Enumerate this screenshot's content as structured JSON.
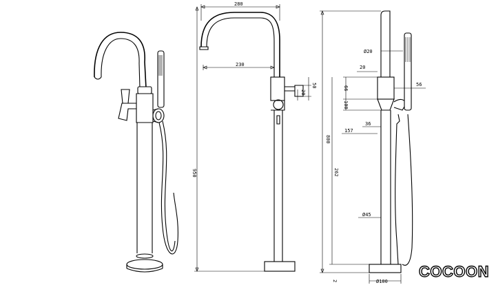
{
  "brand": "COCOON",
  "dimensions": {
    "side_width_top": "280",
    "side_reach": "230",
    "side_height": "950",
    "side_spout_offset": "20",
    "side_handle_offset": "50",
    "front_shower_dia": "Ø20",
    "front_hose_offset": "56",
    "front_body_width": "20",
    "front_body_height": "66",
    "front_handle_height": "100",
    "front_total_height": "800",
    "front_mid_width": "36",
    "front_body_depth": "157",
    "front_lower_height": "262",
    "front_column_dia": "Ø45",
    "front_base_dia": "Ø100",
    "front_base_height": "2"
  }
}
